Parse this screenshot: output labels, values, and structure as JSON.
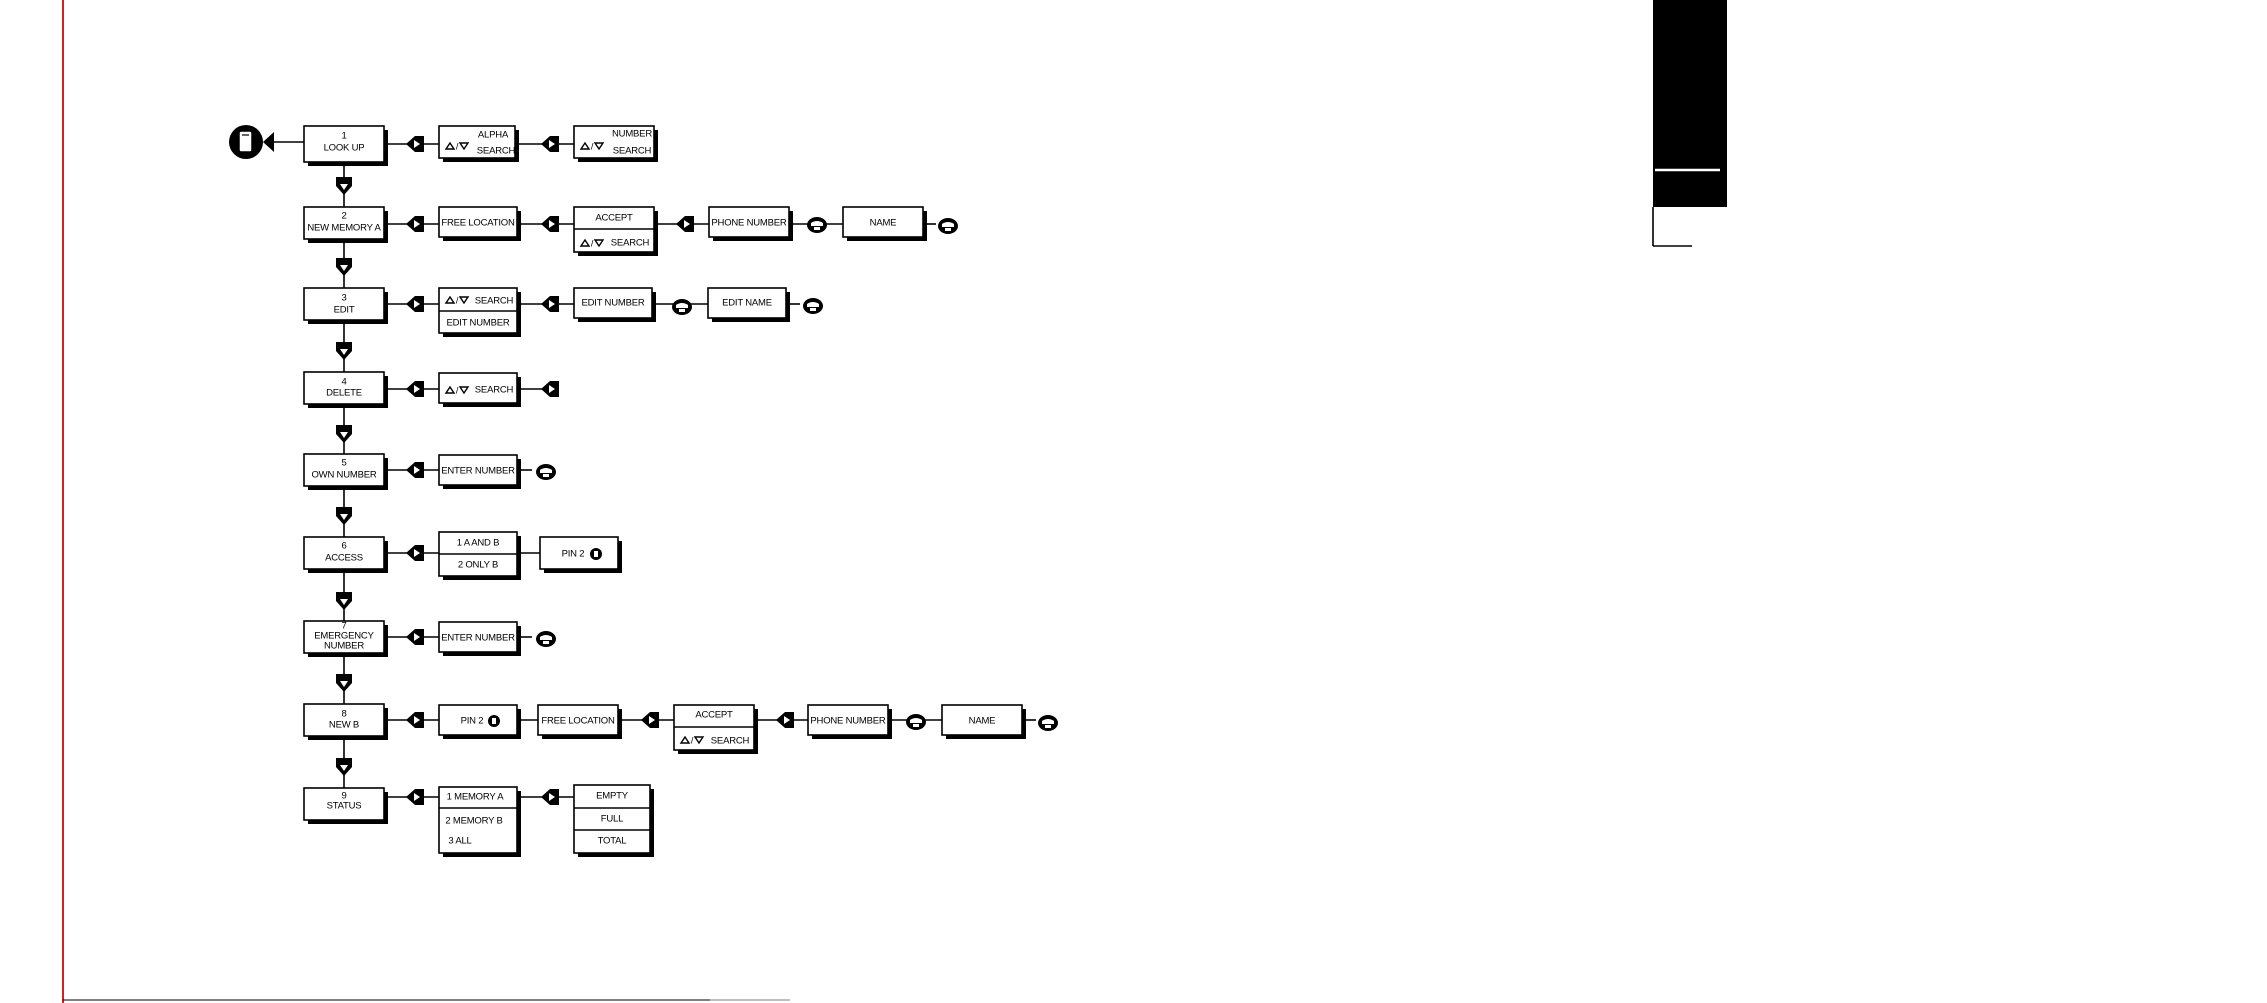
{
  "boxes": {
    "m1_num": "1",
    "m1_name": "LOOK UP",
    "m2_num": "2",
    "m2_name": "NEW MEMORY A",
    "m3_num": "3",
    "m3_name": "EDIT",
    "m4_num": "4",
    "m4_name": "DELETE",
    "m5_num": "5",
    "m5_name": "OWN NUMBER",
    "m6_num": "6",
    "m6_name": "ACCESS",
    "m7_num": "7",
    "m7_name_a": "EMERGENCY",
    "m7_name_b": "NUMBER",
    "m8_num": "8",
    "m8_name": "NEW B",
    "m9_num": "9",
    "m9_name": "STATUS",
    "alpha": "ALPHA",
    "search": "SEARCH",
    "number": "NUMBER",
    "free_location": "FREE LOCATION",
    "accept": "ACCEPT",
    "phone_number": "PHONE NUMBER",
    "name": "NAME",
    "edit_number": "EDIT NUMBER",
    "edit_name": "EDIT NAME",
    "enter_number": "ENTER NUMBER",
    "a_and_b": "1 A AND B",
    "only_b": "2 ONLY B",
    "pin2": "PIN 2",
    "memory_a": "1 MEMORY A",
    "memory_b": "2 MEMORY B",
    "all": "3 ALL",
    "empty": "EMPTY",
    "full": "FULL",
    "total": "TOTAL"
  },
  "colors": {
    "margin_line": "#d42020",
    "ink": "#000000",
    "paper": "#ffffff"
  },
  "icons": [
    "phone-start-icon",
    "nav-arrow-icon",
    "up-down-arrows-icon",
    "handset-icon",
    "pin-key-icon"
  ]
}
